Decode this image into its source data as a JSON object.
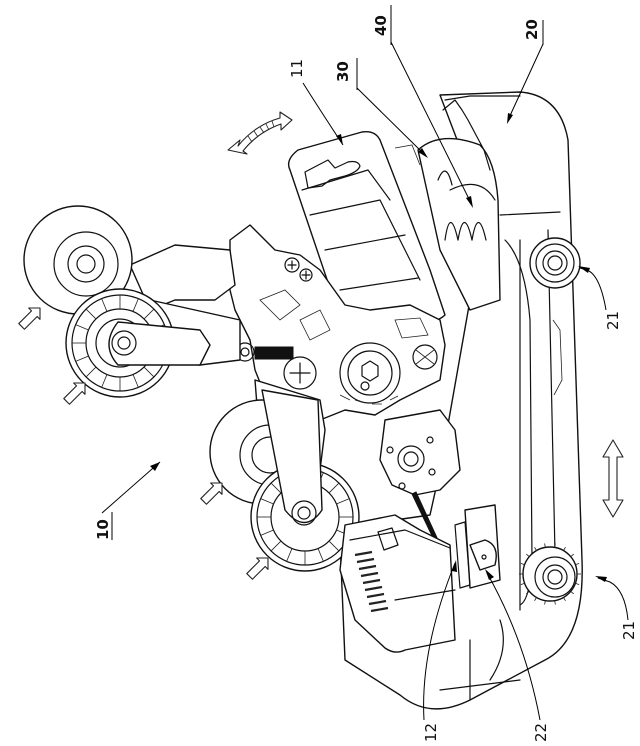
{
  "figure": {
    "title": "Patent drawing — belt tensioner apparatus (perspective, rotated)",
    "reference_numerals": [
      {
        "id": "10",
        "label": "10",
        "target": "overall apparatus",
        "style": "bold-underlined"
      },
      {
        "id": "11",
        "label": "11",
        "target": "tiltable housing / motor cover",
        "style": "plain"
      },
      {
        "id": "30",
        "label": "30",
        "target": "intermediate cover",
        "style": "bold-underlined"
      },
      {
        "id": "40",
        "label": "40",
        "target": "inner cover with ribs",
        "style": "bold-underlined"
      },
      {
        "id": "20",
        "label": "20",
        "target": "base carriage",
        "style": "bold-underlined"
      },
      {
        "id": "21a",
        "label": "21",
        "target": "upper guide roller",
        "style": "plain"
      },
      {
        "id": "21b",
        "label": "21",
        "target": "lower guide roller",
        "style": "plain"
      },
      {
        "id": "12",
        "label": "12",
        "target": "belt tensioner link",
        "style": "plain"
      },
      {
        "id": "22",
        "label": "22",
        "target": "mounting bracket",
        "style": "plain"
      }
    ],
    "motion_indicators": [
      {
        "name": "pivot-arc-arrow",
        "meaning": "rotation / tilt of housing 11"
      },
      {
        "name": "linear-double-arrow",
        "meaning": "linear travel of carriage 20"
      }
    ],
    "force_arrows": [
      {
        "name": "force-arrow-1",
        "meaning": "load on upper rear pulley"
      },
      {
        "name": "force-arrow-2",
        "meaning": "load on upper front pulley"
      },
      {
        "name": "force-arrow-3",
        "meaning": "load on lower rear pulley"
      },
      {
        "name": "force-arrow-4",
        "meaning": "load on lower front pulley"
      }
    ]
  }
}
